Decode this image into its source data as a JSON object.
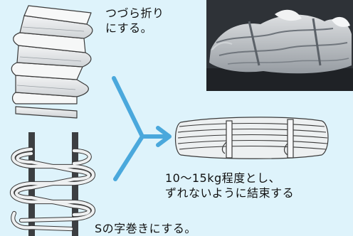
{
  "labels": {
    "fold": "つづら折り\nにする。",
    "bundle": "10～15kg程度とし、\nずれないように結束する",
    "sroll": "Sの字巻きにする。"
  },
  "colors": {
    "background": "#def3fb",
    "arrow": "#4aa8dc",
    "rope_fill": "#e9ecee",
    "rope_outline": "#3a3a3a",
    "stake": "#3c3f42"
  },
  "icons": {
    "folded_stack": "zigzag-folded-sheet-icon",
    "s_roll": "rope-wound-on-stakes-icon",
    "bundle": "tied-bundle-icon",
    "photo": "bundled-sheets-photo"
  }
}
